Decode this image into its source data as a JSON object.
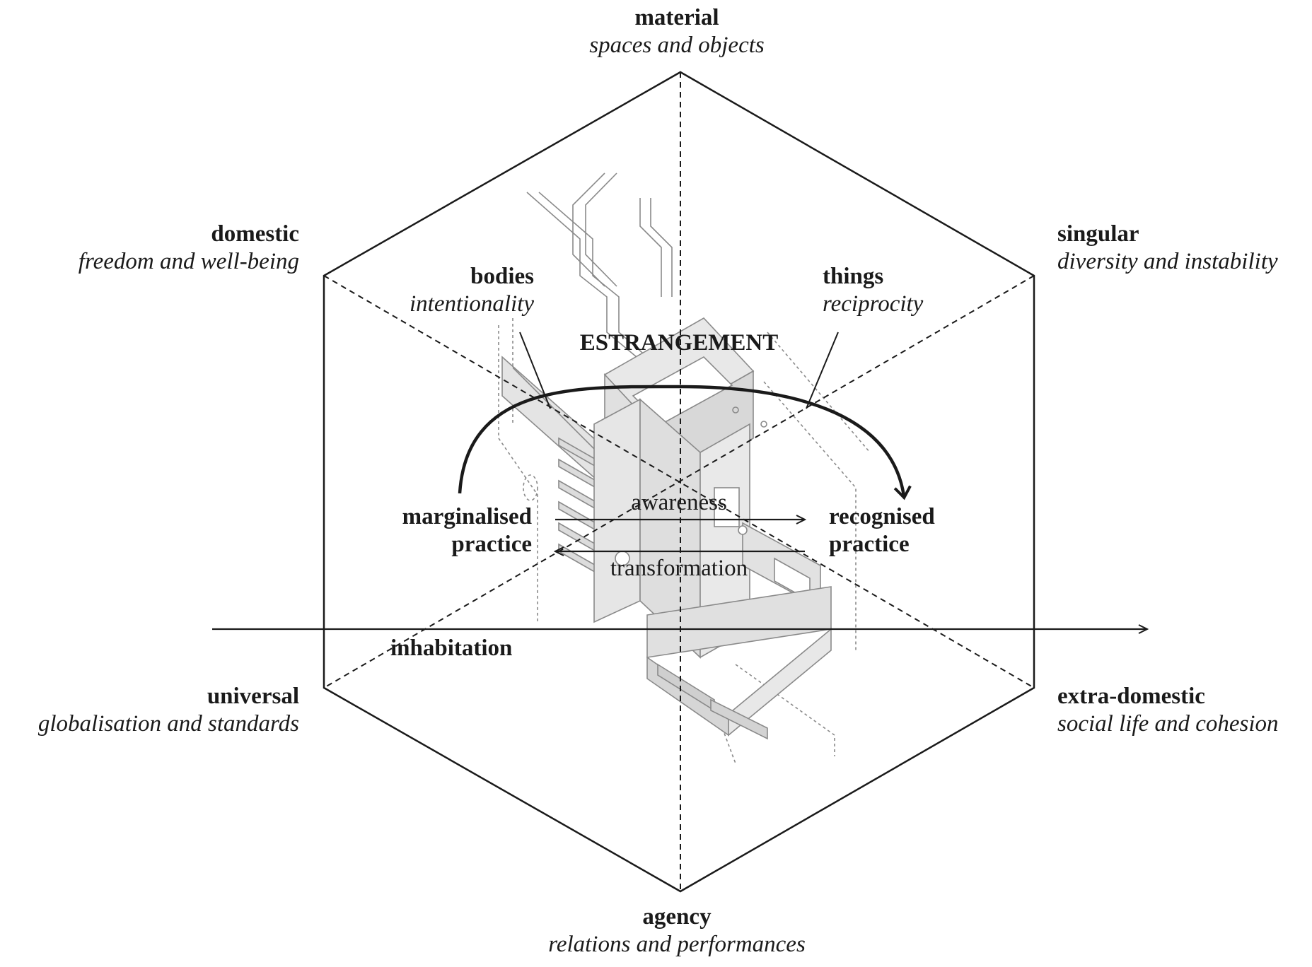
{
  "vertices": {
    "top": {
      "title": "material",
      "subtitle": "spaces and objects"
    },
    "upper_left": {
      "title": "domestic",
      "subtitle": "freedom and well-being"
    },
    "upper_right": {
      "title": "singular",
      "subtitle": "diversity and instability"
    },
    "lower_left": {
      "title": "universal",
      "subtitle": "globalisation and standards"
    },
    "lower_right": {
      "title": "extra-domestic",
      "subtitle": "social life and cohesion"
    },
    "bottom": {
      "title": "agency",
      "subtitle": "relations and performances"
    }
  },
  "inner": {
    "bodies": {
      "title": "bodies",
      "subtitle": "intentionality"
    },
    "things": {
      "title": "things",
      "subtitle": "reciprocity"
    },
    "estrangement": "ESTRANGEMENT",
    "marginalised": {
      "line1": "marginalised",
      "line2": "practice"
    },
    "recognised": {
      "line1": "recognised",
      "line2": "practice"
    },
    "awareness": "awareness",
    "transformation": "transformation",
    "inhabitation": "inhabitation"
  },
  "colors": {
    "line": "#1a1a1a",
    "drawing_fill": "#e4e4e4",
    "drawing_stroke": "#8a8a8a"
  }
}
